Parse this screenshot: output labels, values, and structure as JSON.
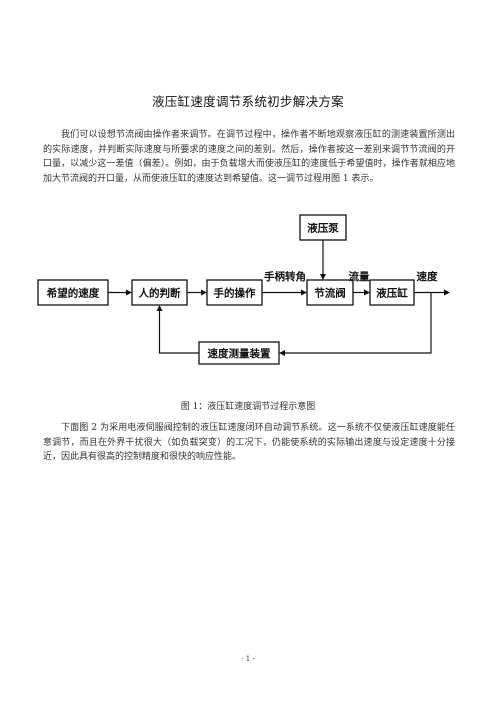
{
  "document": {
    "title": "液压缸速度调节系统初步解决方案",
    "paragraph1": "我们可以设想节流阀由操作者来调节。在调节过程中，操作者不断地观察液压缸的测速装置所测出的实际速度，并判断实际速度与所要求的速度之间的差别。然后，操作者按这一差别来调节节流阀的开口量，以减少这一差值（偏差）。例如，由于负载增大而使液压缸的速度低于希望值时，操作者就相应地加大节流阀的开口量，从而使液压缸的速度达到希望值。这一调节过程用图 1 表示。",
    "figure_caption": "图 1：液压缸速度调节过程示意图",
    "paragraph2": "下面图 2 为采用电液伺服阀控制的液压缸速度闭环自动调节系统。这一系统不仅使液压缸速度能任意调节，而且在外界干扰很大（如负载突变）的工况下，仍能使系统的实际输出速度与设定速度十分接近，因此具有很高的控制精度和很快的响应性能。",
    "page_number": "- 1 -"
  },
  "diagram": {
    "nodes": {
      "desired_speed": "希望的速度",
      "judgment": "人的判断",
      "operation": "手的操作",
      "throttle": "节流阀",
      "cylinder": "液压缸",
      "pump": "液压泵",
      "measure": "速度测量装置"
    },
    "edge_labels": {
      "handle_angle": "手柄转角",
      "flow": "流量",
      "speed": "速度"
    }
  }
}
